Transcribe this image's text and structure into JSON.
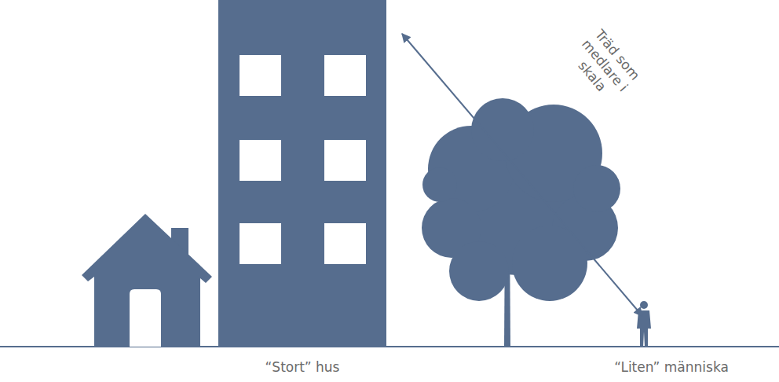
{
  "diagram": {
    "labels": [
      "Träd som medlare i skala",
      "“Stort” hus",
      "“Liten” människa"
    ]
  }
}
